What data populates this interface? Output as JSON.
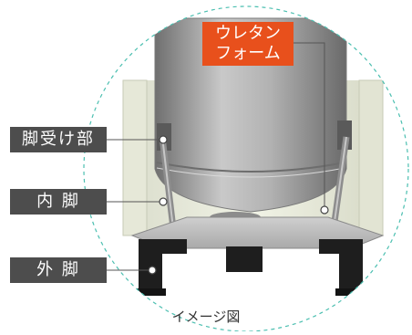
{
  "callout": {
    "line1": "ウレタン",
    "line2": "フォーム"
  },
  "labels": {
    "kyakuukebu": "脚受け部",
    "naikyaku": "内 脚",
    "gaikyaku": "外 脚"
  },
  "caption": "イメージ図",
  "colors": {
    "callout_bg": "#e8501c",
    "label_bg": "#4d4d4d",
    "dashed_circle": "#4bbfb0",
    "foam": "#e9ecd9",
    "tank": "#9c9c9c",
    "legs": "#1e1e1e"
  }
}
